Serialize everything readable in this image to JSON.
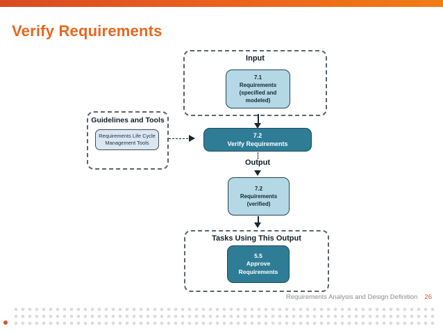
{
  "slide": {
    "title": "Verify Requirements",
    "footer": {
      "label": "Requirements Analysis and Design Definition",
      "page_number": "26"
    }
  },
  "diagram": {
    "input": {
      "label": "Input",
      "task": {
        "lines": [
          "7.1",
          "Requirements",
          "(specified and",
          "modeled)"
        ]
      }
    },
    "guidelines": {
      "label": "Guidelines and Tools",
      "tool": {
        "lines": [
          "Requirements Life Cycle",
          "Management Tools"
        ]
      }
    },
    "main_task": {
      "lines": [
        "7.2",
        "Verify Requirements"
      ]
    },
    "output": {
      "label": "Output",
      "task": {
        "lines": [
          "7.2",
          "Requirements",
          "(verified)"
        ]
      }
    },
    "tasks_using": {
      "label": "Tasks Using This Output",
      "task": {
        "lines": [
          "5.5",
          "Approve",
          "Requirements"
        ]
      }
    }
  },
  "icons": {
    "arrow_down": "▼",
    "arrow_right": "►"
  },
  "colors": {
    "accent_orange": "#E8661D",
    "top_bar_left": "#D84A23",
    "top_bar_right": "#F07C15",
    "teal_node": "#2F7C97",
    "teal_node_border": "#1C4A5C",
    "light_blue_node": "#B4D8E6",
    "tool_node_blue": "#DAE7F3",
    "node_border_dark": "#24424F",
    "dashed_border_gray": "#5A646C",
    "connector_dark": "#15272F",
    "label_dark": "#101D26",
    "footer_gray": "#8C8C8C",
    "page_number_orange": "#DC4F2B",
    "dot_gray": "#DBDBDB",
    "dot_orange": "#D4512A"
  }
}
